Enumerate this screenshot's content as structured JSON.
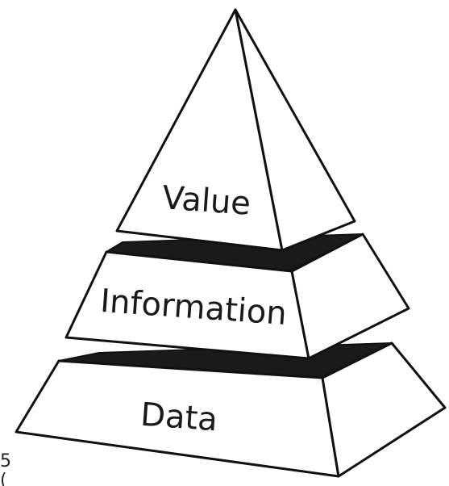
{
  "diagram": {
    "type": "pyramid",
    "tiers": [
      {
        "label": "Value"
      },
      {
        "label": "Information"
      },
      {
        "label": "Data"
      }
    ]
  },
  "edge_fragments": {
    "top": "5",
    "bottom": "("
  }
}
